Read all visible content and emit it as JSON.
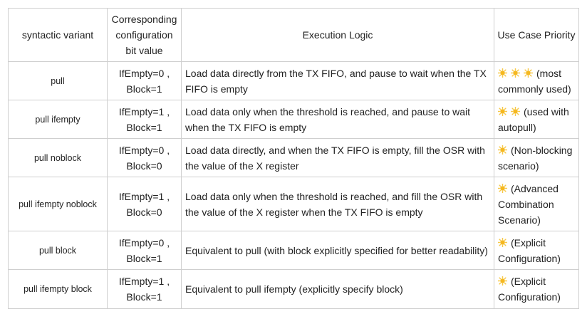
{
  "table": {
    "headers": {
      "variant": "syntactic variant",
      "config": "Corresponding configuration bit value",
      "logic": "Execution Logic",
      "priority": "Use Case Priority"
    },
    "rows": [
      {
        "variant": "pull",
        "config_a": "IfEmpty=0 ,",
        "config_b": "Block=1",
        "logic": "Load data directly from the TX FIFO, and pause to wait when the TX FIFO is empty",
        "stars": 3,
        "priority": "(most commonly used)"
      },
      {
        "variant": "pull ifempty",
        "config_a": "IfEmpty=1 ,",
        "config_b": "Block=1",
        "logic": "Load data only when the threshold is reached, and pause to wait when the TX FIFO is empty",
        "stars": 2,
        "priority": "(used with autopull)"
      },
      {
        "variant": "pull noblock",
        "config_a": "IfEmpty=0 ,",
        "config_b": "Block=0",
        "logic": "Load data directly, and when the TX FIFO is empty, fill the OSR with the value of the X register",
        "stars": 1,
        "priority": "(Non-blocking scenario)"
      },
      {
        "variant": "pull ifempty noblock",
        "config_a": "IfEmpty=1 ,",
        "config_b": "Block=0",
        "logic": "Load data only when the threshold is reached, and fill the OSR with the value of the X register when the TX FIFO is empty",
        "stars": 1,
        "priority": "(Advanced Combination Scenario)"
      },
      {
        "variant": "pull block",
        "config_a": "IfEmpty=0 ,",
        "config_b": "Block=1",
        "logic": "Equivalent to pull (with block explicitly specified for better readability)",
        "stars": 1,
        "priority": "(Explicit Configuration)"
      },
      {
        "variant": "pull ifempty block",
        "config_a": "IfEmpty=1 ,",
        "config_b": "Block=1",
        "logic": "Equivalent to pull ifempty (explicitly specify block)",
        "stars": 1,
        "priority": "(Explicit Configuration)"
      }
    ]
  },
  "icons": {
    "priority_marker": "sun-icon"
  },
  "colors": {
    "sun_center": "#f5b820",
    "sun_rays": "#f7c948",
    "border": "#cfcfcf"
  }
}
